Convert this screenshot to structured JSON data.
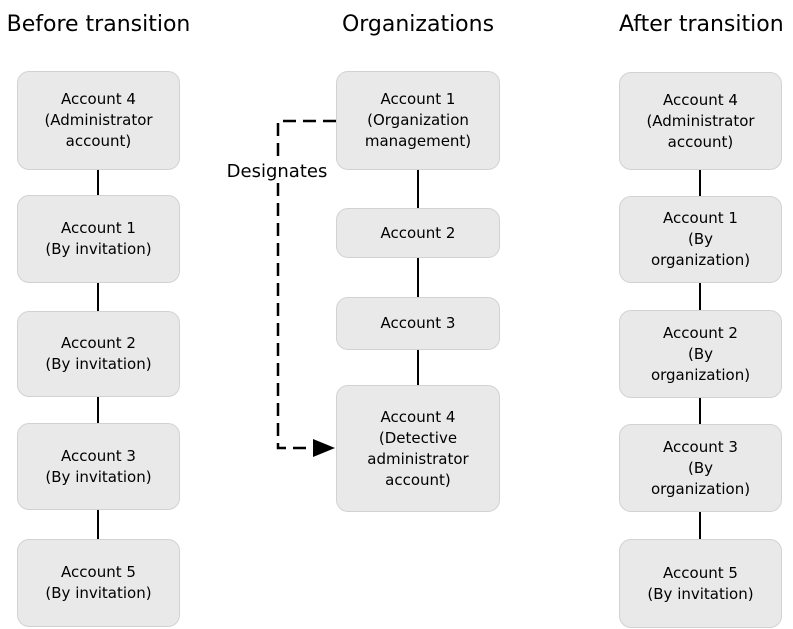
{
  "diagram": {
    "arrow_label": "Designates",
    "colors": {
      "background": "#ffffff",
      "box_fill": "#e9e9e9",
      "box_border": "#d2d2d2",
      "line": "#000000",
      "text": "#000000"
    },
    "columns": [
      {
        "id": "before",
        "title": "Before transition",
        "boxes": [
          {
            "label": "Account 4\n(Administrator\naccount)"
          },
          {
            "label": "Account 1\n(By invitation)"
          },
          {
            "label": "Account 2\n(By invitation)"
          },
          {
            "label": "Account 3\n(By invitation)"
          },
          {
            "label": "Account 5\n(By invitation)"
          }
        ]
      },
      {
        "id": "organizations",
        "title": "Organizations",
        "boxes": [
          {
            "label": "Account 1\n(Organization\nmanagement)"
          },
          {
            "label": "Account 2"
          },
          {
            "label": "Account 3"
          },
          {
            "label": "Account 4\n(Detective\nadministrator\naccount)"
          }
        ]
      },
      {
        "id": "after",
        "title": "After transition",
        "boxes": [
          {
            "label": "Account 4\n(Administrator\naccount)"
          },
          {
            "label": "Account 1\n(By\norganization)"
          },
          {
            "label": "Account 2\n(By\norganization)"
          },
          {
            "label": "Account 3\n(By\norganization)"
          },
          {
            "label": "Account 5\n(By invitation)"
          }
        ]
      }
    ]
  }
}
